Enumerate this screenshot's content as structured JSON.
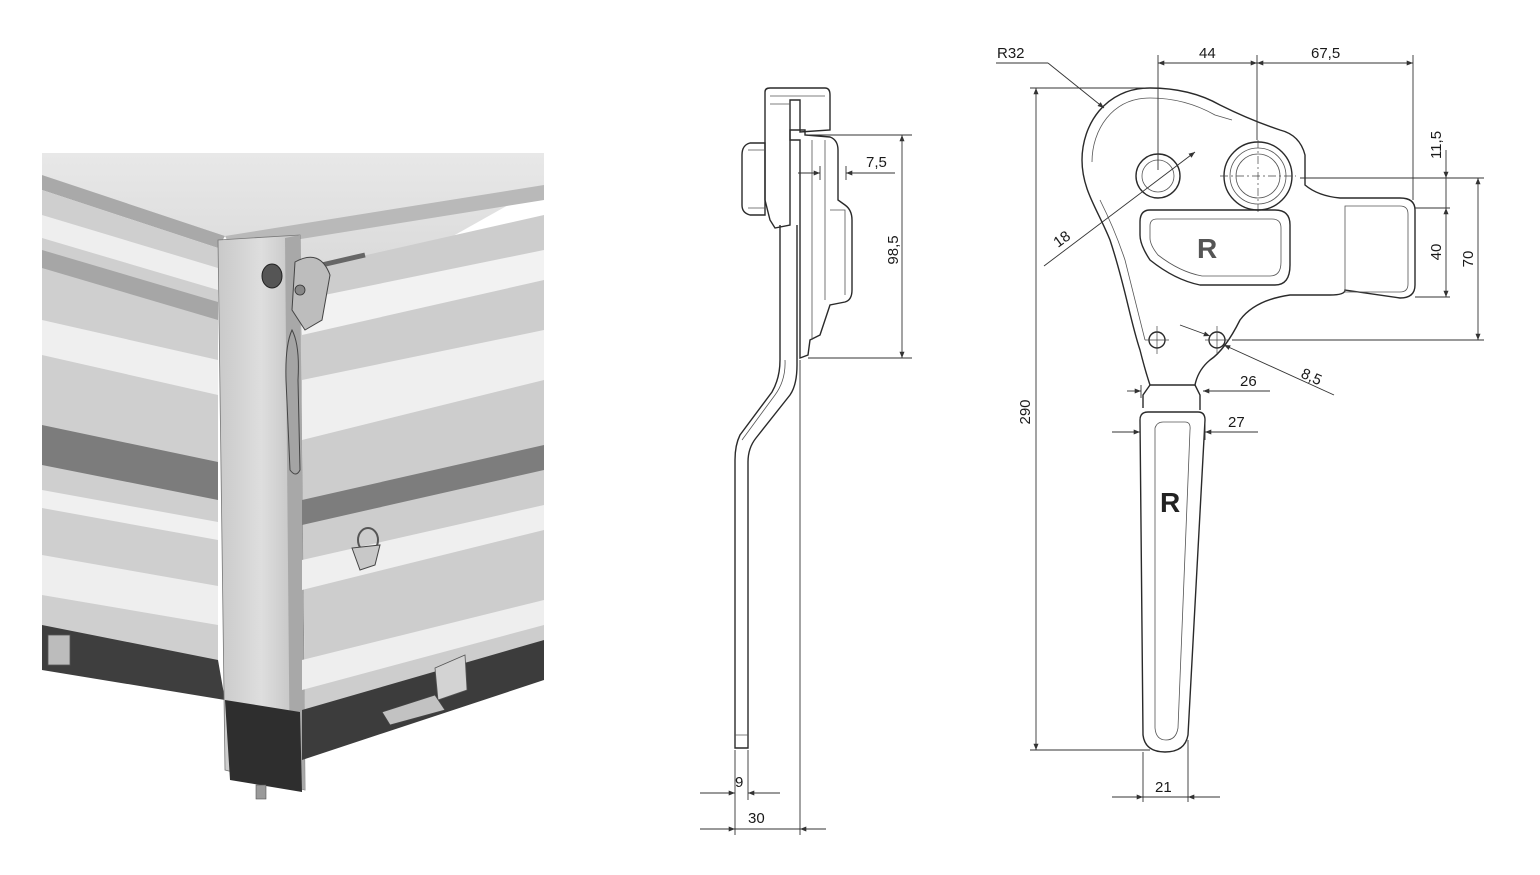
{
  "drawing": {
    "front_view": {
      "letter_upper": "R",
      "letter_lower": "R",
      "dimensions": {
        "radius": "R32",
        "width_top_a": "44",
        "width_top_b": "67,5",
        "offset_small": "11,5",
        "tab_height": "40",
        "tab_span": "70",
        "total_height": "290",
        "pin_diameter": "18",
        "hole_diameter": "8,5",
        "hole_spacing": "26",
        "handle_top_width": "27",
        "handle_bottom_width": "21"
      }
    },
    "side_view": {
      "dimensions": {
        "offset": "7,5",
        "height": "98,5",
        "thickness": "9",
        "total_depth": "30"
      }
    }
  }
}
